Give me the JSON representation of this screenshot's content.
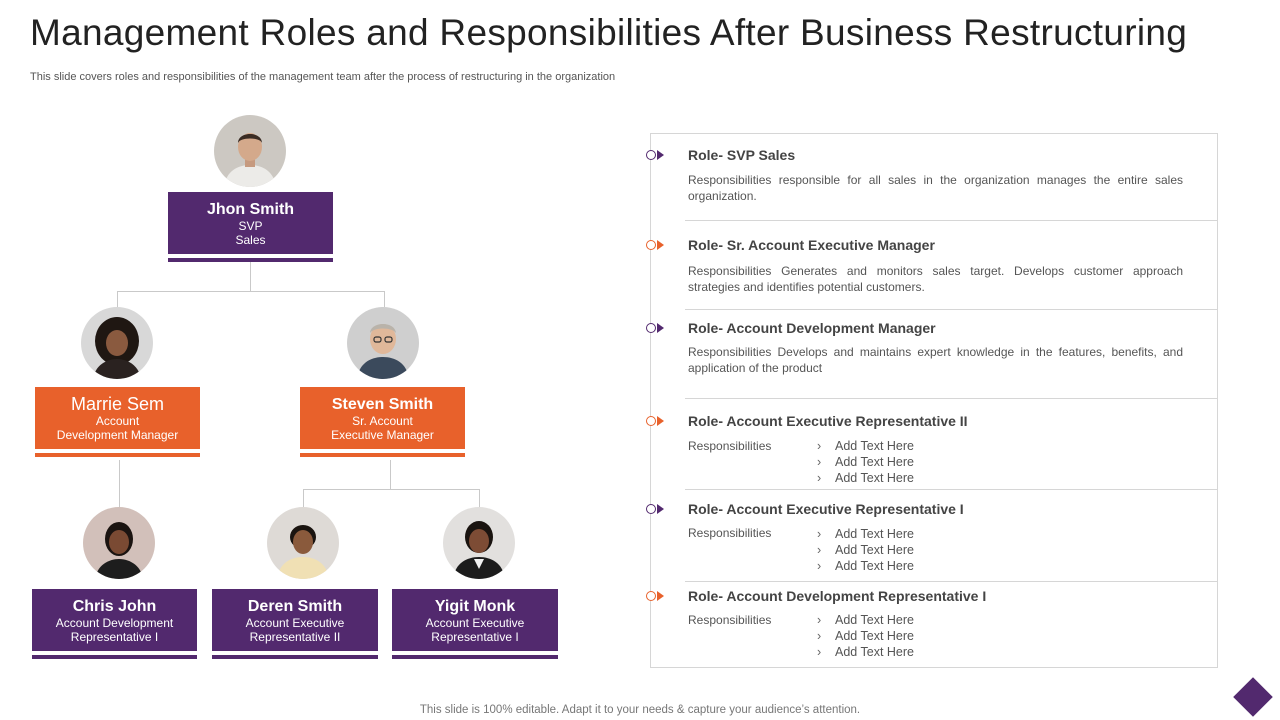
{
  "slide": {
    "title": "Management Roles and Responsibilities After Business Restructuring",
    "subtitle": "This slide covers roles and responsibilities of the management team after the process of restructuring  in the organization",
    "footer": "This slide is 100% editable. Adapt it to your needs & capture your audience’s attention."
  },
  "colors": {
    "purple": "#52296e",
    "orange": "#e8612b",
    "connector": "#c9c9c9",
    "border": "#d6d6d6"
  },
  "org": {
    "svp": {
      "name": "Jhon Smith",
      "role_line1": "SVP",
      "role_line2": "Sales"
    },
    "adm": {
      "name": "Marrie Sem",
      "role_line1": "Account",
      "role_line2": "Development Manager"
    },
    "saem": {
      "name": "Steven Smith",
      "role_line1": "Sr. Account",
      "role_line2": "Executive Manager"
    },
    "adr1": {
      "name": "Chris John",
      "role_line1": "Account Development",
      "role_line2": "Representative I"
    },
    "aer2": {
      "name": "Deren Smith",
      "role_line1": "Account Executive",
      "role_line2": "Representative II"
    },
    "aer1": {
      "name": "Yigit Monk",
      "role_line1": "Account Executive",
      "role_line2": "Representative I"
    }
  },
  "roles": [
    {
      "title": "Role- SVP Sales",
      "description": "Responsibilities responsible for all sales in the organization manages the entire sales organization.",
      "marker_color": "purple"
    },
    {
      "title": "Role- Sr. Account  Executive Manager",
      "description": "Responsibilities Generates and monitors sales target. Develops  customer approach strategies and identifies potential customers.",
      "marker_color": "orange"
    },
    {
      "title": "Role- Account Development Manager",
      "description": "Responsibilities Develops  and maintains expert knowledge  in the features, benefits, and application of the product",
      "marker_color": "purple"
    },
    {
      "title": "Role- Account Executive Representative II",
      "responsibilities_label": "Responsibilities",
      "items": [
        "Add Text Here",
        "Add Text Here",
        "Add Text Here"
      ],
      "marker_color": "orange"
    },
    {
      "title": "Role- Account Executive Representative I",
      "responsibilities_label": "Responsibilities",
      "items": [
        "Add Text Here",
        "Add Text Here",
        "Add Text Here"
      ],
      "marker_color": "purple"
    },
    {
      "title": "Role- Account Development Representative I",
      "responsibilities_label": "Responsibilities",
      "items": [
        "Add Text Here",
        "Add Text Here",
        "Add Text Here"
      ],
      "marker_color": "orange"
    }
  ]
}
